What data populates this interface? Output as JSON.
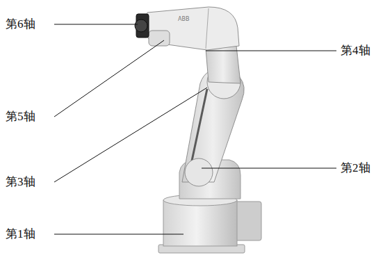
{
  "diagram": {
    "labels": [
      "第6轴",
      "第4轴",
      "第5轴",
      "第3轴",
      "第2轴",
      "第1轴"
    ]
  }
}
